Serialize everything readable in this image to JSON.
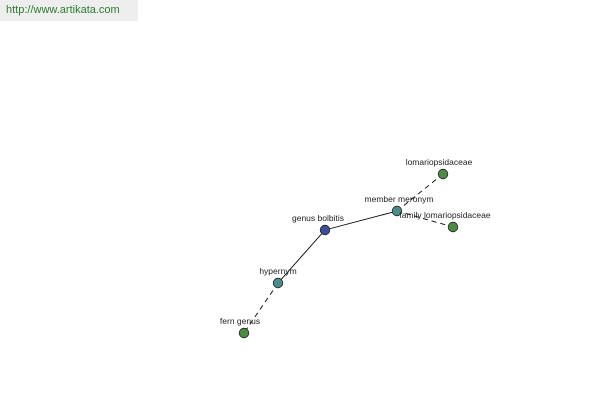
{
  "header": {
    "url": "http://www.artikata.com"
  },
  "colors": {
    "root": "#3b4f96",
    "relation": "#4a8c8c",
    "leaf": "#4e8a45",
    "url_text": "#2e7d32"
  },
  "nodes": [
    {
      "id": "genus-bolbitis",
      "label": "genus bolbitis",
      "kind": "root"
    },
    {
      "id": "member-meronym",
      "label": "member meronym",
      "kind": "relation"
    },
    {
      "id": "lomariopsidaceae",
      "label": "lomariopsidaceae",
      "kind": "leaf"
    },
    {
      "id": "family-lomariopsidaceae",
      "label": "family lomariopsidaceae",
      "kind": "leaf"
    },
    {
      "id": "hypernym",
      "label": "hypernym",
      "kind": "relation"
    },
    {
      "id": "fern-genus",
      "label": "fern genus",
      "kind": "leaf"
    }
  ],
  "edges": [
    {
      "from": "genus-bolbitis",
      "to": "member-meronym",
      "style": "solid"
    },
    {
      "from": "member-meronym",
      "to": "lomariopsidaceae",
      "style": "dashed"
    },
    {
      "from": "member-meronym",
      "to": "family-lomariopsidaceae",
      "style": "dashed"
    },
    {
      "from": "genus-bolbitis",
      "to": "hypernym",
      "style": "solid"
    },
    {
      "from": "hypernym",
      "to": "fern-genus",
      "style": "dashed"
    }
  ]
}
